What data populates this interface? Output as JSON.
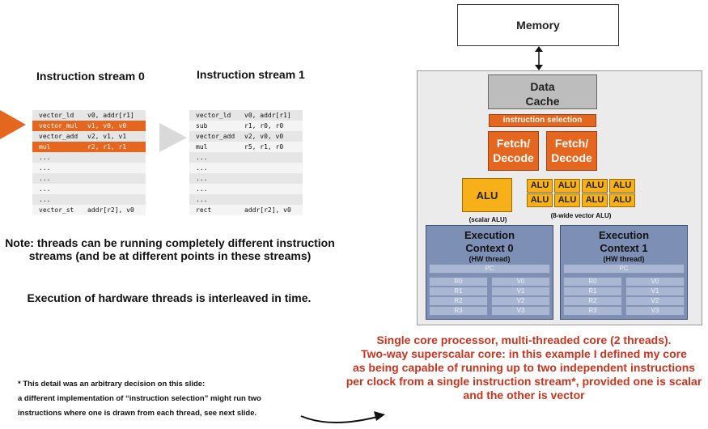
{
  "streams": [
    {
      "title": "Instruction stream 0",
      "rows": [
        {
          "op": "vector_ld",
          "args": "v0, addr[r1]",
          "highlight": false
        },
        {
          "op": "vector_mul",
          "args": "v1, v0, v0",
          "highlight": true
        },
        {
          "op": "vector_add",
          "args": "v2, v1, v1",
          "highlight": false
        },
        {
          "op": "mul",
          "args": "r2, r1, r1",
          "highlight": true
        },
        {
          "op": "...",
          "args": "",
          "highlight": false
        },
        {
          "op": "...",
          "args": "",
          "highlight": false
        },
        {
          "op": "...",
          "args": "",
          "highlight": false
        },
        {
          "op": "...",
          "args": "",
          "highlight": false
        },
        {
          "op": "...",
          "args": "",
          "highlight": false
        },
        {
          "op": "vector_st",
          "args": "addr[r2], v0",
          "highlight": false
        }
      ]
    },
    {
      "title": "Instruction stream 1",
      "rows": [
        {
          "op": "vector_ld",
          "args": "v0, addr[r1]",
          "highlight": false
        },
        {
          "op": "sub",
          "args": "r1, r0, r0",
          "highlight": false
        },
        {
          "op": "vector_add",
          "args": "v2, v0, v0",
          "highlight": false
        },
        {
          "op": "mul",
          "args": "r5, r1, r0",
          "highlight": false
        },
        {
          "op": "...",
          "args": "",
          "highlight": false
        },
        {
          "op": "...",
          "args": "",
          "highlight": false
        },
        {
          "op": "...",
          "args": "",
          "highlight": false
        },
        {
          "op": "...",
          "args": "",
          "highlight": false
        },
        {
          "op": "...",
          "args": "",
          "highlight": false
        },
        {
          "op": "rect",
          "args": "addr[r2], v0",
          "highlight": false
        }
      ]
    }
  ],
  "notes": {
    "threads": "Note: threads can be running completely different instruction streams (and be at different points in these streams)",
    "interleave": "Execution of hardware threads is interleaved in time."
  },
  "footnote": {
    "line1": "* This detail was an arbitrary decision on this slide:",
    "line2": "a different implementation of “instruction selection” might run two",
    "line3": "instructions  where one is drawn from each thread, see next slide."
  },
  "core": {
    "memory": "Memory",
    "cache_line1": "Data",
    "cache_line2": "Cache",
    "instruction_selection": "instruction selection",
    "fetch_line1": "Fetch/",
    "fetch_line2": "Decode",
    "alu": "ALU",
    "scalar_caption": "(scalar ALU)",
    "vector_caption": "(8-wide vector ALU)",
    "contexts": [
      {
        "title_line1": "Execution",
        "title_line2": "Context 0",
        "hw": "(HW thread)",
        "pc": "PC"
      },
      {
        "title_line1": "Execution",
        "title_line2": "Context 1",
        "hw": "(HW thread)",
        "pc": "PC"
      }
    ],
    "scalar_regs": [
      "R0",
      "R1",
      "R2",
      "R3"
    ],
    "vector_regs": [
      "V0",
      "V1",
      "V2",
      "V3"
    ]
  },
  "summary": {
    "line1": "Single core processor, multi-threaded core (2 threads).",
    "line2": "Two-way superscalar core:  in this example I defined my core",
    "line3": "as being capable of running up to two independent instructions",
    "line4": "per clock from a single instruction stream*, provided one is scalar",
    "line5": "and the other is vector"
  },
  "colors": {
    "orange": "#e5661f",
    "alu_yellow": "#f7b017",
    "context_blue": "#7d8fb4",
    "summary_red": "#c9341f"
  }
}
